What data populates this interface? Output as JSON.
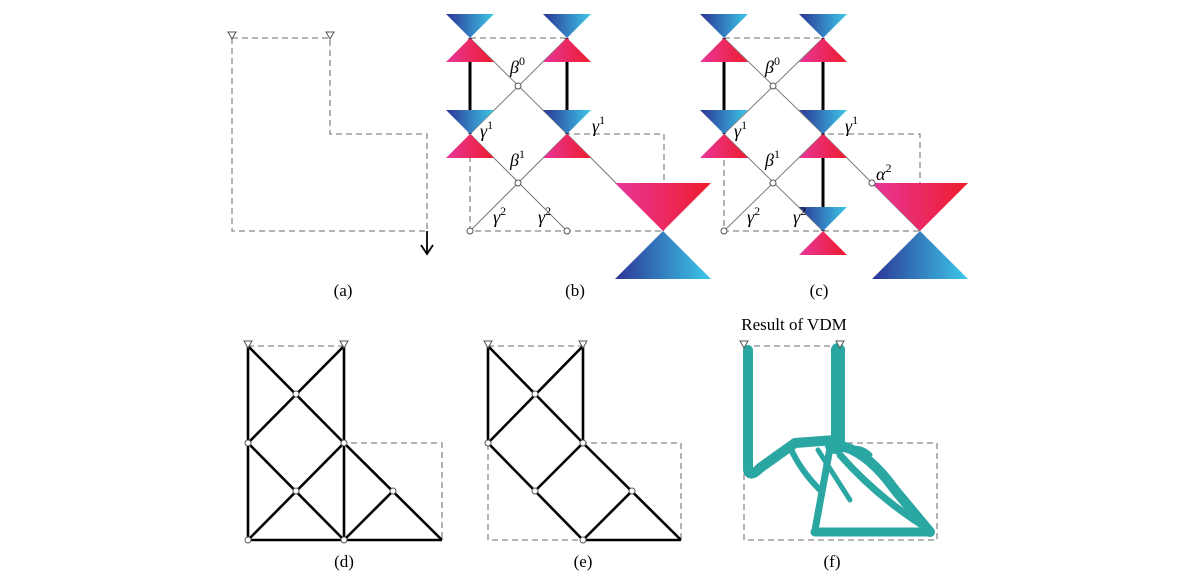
{
  "panels": {
    "a": {
      "caption": "(a)"
    },
    "b": {
      "caption": "(b)",
      "labels": {
        "beta0": "β",
        "beta0_sup": "0",
        "beta1": "β",
        "beta1_sup": "1",
        "gamma1_left": "γ",
        "gamma1_left_sup": "1",
        "gamma1_right": "γ",
        "gamma1_right_sup": "1",
        "gamma2_left": "γ",
        "gamma2_left_sup": "2",
        "gamma2_right": "γ",
        "gamma2_right_sup": "2"
      }
    },
    "c": {
      "caption": "(c)",
      "labels": {
        "beta0": "β",
        "beta0_sup": "0",
        "beta1": "β",
        "beta1_sup": "1",
        "gamma1_left": "γ",
        "gamma1_left_sup": "1",
        "gamma1_right": "γ",
        "gamma1_right_sup": "1",
        "gamma2_left": "γ",
        "gamma2_left_sup": "2",
        "gamma2_right": "γ",
        "gamma2_right_sup": "2",
        "alpha2": "α",
        "alpha2_sup": "2"
      }
    },
    "d": {
      "caption": "(d)"
    },
    "e": {
      "caption": "(e)"
    },
    "f": {
      "caption": "(f)",
      "title": "Result of VDM"
    }
  },
  "colors": {
    "red": "#ee1c3c",
    "magenta": "#e8369a",
    "blue": "#2e3a9c",
    "cyan": "#3cc8e8",
    "teal": "#2aa7a3",
    "dash": "#8a8a8a"
  }
}
